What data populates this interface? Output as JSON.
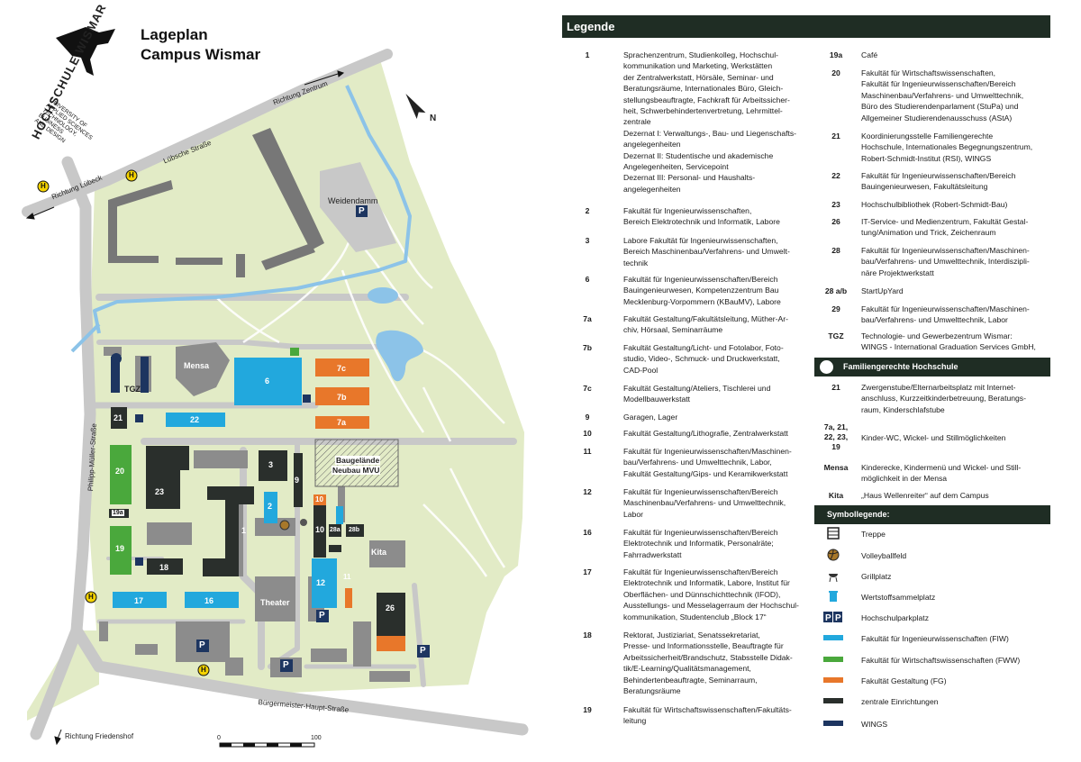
{
  "map": {
    "title_line1": "Lageplan",
    "title_line2": "Campus Wismar",
    "logo_text": "HOCHSCHULE WISMAR",
    "logo_sub_1": "UNIVERSITY OF",
    "logo_sub_2": "APPLIED SCIENCES",
    "logo_sub_3": "TECHNOLOGY,",
    "logo_sub_4": "BUSINESS",
    "logo_sub_5": "AND DESIGN",
    "north_label": "N",
    "streets": {
      "zentrum": "Richtung Zentrum",
      "luebsche": "Lübsche Straße",
      "luebeck": "Richtung Lübeck",
      "philipp": "Philipp-Müller-Straße",
      "buergermeister": "Bürgermeister-Haupt-Straße",
      "friedenshof": "Richtung Friedenshof"
    },
    "places": {
      "weidendamm": "Weidendamm",
      "baugelaende_1": "Baugelände",
      "baugelaende_2": "Neubau MVU",
      "mensa": "Mensa",
      "theater": "Theater",
      "kita": "Kita",
      "tgz": "TGZ"
    },
    "buildings": [
      "1",
      "2",
      "3",
      "6",
      "7a",
      "7b",
      "7c",
      "9",
      "10",
      "10",
      "11",
      "12",
      "16",
      "17",
      "18",
      "19",
      "19a",
      "20",
      "21",
      "22",
      "23",
      "26",
      "28a",
      "28b"
    ],
    "scale_start": "0",
    "scale_end": "100",
    "bus_stop_symbol": "H",
    "parking_symbol": "P"
  },
  "legend": {
    "title": "Legende",
    "col1": [
      {
        "num": "1",
        "text": "Sprachenzentrum, Studienkolleg, Hochschul-\nkommunikation und Marketing, Werkstätten\nder Zentralwerkstatt, Hörsäle, Seminar- und\nBeratungsräume, Internationales Büro, Gleich-\nstellungsbeauftragte, Fachkraft für Arbeitssicher-\nheit, Schwerbehindertenvertretung, Lehrmittel-\nzentrale\nDezernat I: Verwaltungs-, Bau- und Liegenschafts-\nangelegenheiten\nDezernat II: Studentische und akademische\nAngelegenheiten, Servicepoint\nDezernat III: Personal- und Haushalts-\nangelegenheiten"
      },
      {
        "num": "2",
        "text": "Fakultät für Ingenieurwissenschaften,\nBereich Elektrotechnik und Informatik, Labore"
      },
      {
        "num": "3",
        "text": "Labore Fakultät für Ingenieurwissenschaften,\nBereich Maschinenbau/Verfahrens- und Umwelt-\ntechnik"
      },
      {
        "num": "6",
        "text": "Fakultät für Ingenieurwissenschaften/Bereich\nBauingenieurwesen, Kompetenzzentrum Bau\nMecklenburg-Vorpommern (KBauMV), Labore"
      },
      {
        "num": "7a",
        "text": "Fakultät Gestaltung/Fakultätsleitung, Müther-Ar-\nchiv, Hörsaal, Seminarräume"
      },
      {
        "num": "7b",
        "text": "Fakultät Gestaltung/Licht- und Fotolabor, Foto-\nstudio, Video-, Schmuck- und Druckwerkstatt,\nCAD-Pool"
      },
      {
        "num": "7c",
        "text": "Fakultät Gestaltung/Ateliers, Tischlerei und\nModellbauwerkstatt"
      },
      {
        "num": "9",
        "text": "Garagen, Lager"
      },
      {
        "num": "10",
        "text": "Fakultät Gestaltung/Lithografie, Zentralwerkstatt"
      },
      {
        "num": "11",
        "text": "Fakultät für Ingenieurwissenschaften/Maschinen-\nbau/Verfahrens- und Umwelttechnik, Labor,\nFakultät Gestaltung/Gips- und Keramikwerkstatt"
      },
      {
        "num": "12",
        "text": "Fakultät für Ingenieurwissenschaften/Bereich\nMaschinenbau/Verfahrens- und Umwelttechnik,\nLabor"
      },
      {
        "num": "16",
        "text": "Fakultät für Ingenieurwissenschaften/Bereich\nElektrotechnik und Informatik, Personalräte;\nFahrradwerkstatt"
      },
      {
        "num": "17",
        "text": "Fakultät für Ingenieurwissenschaften/Bereich\nElektrotechnik und Informatik, Labore, Institut für\nOberflächen- und Dünnschichttechnik (IFOD),\nAusstellungs- und Messelagerraum der Hochschul-\nkommunikation, Studentenclub „Block 17“"
      },
      {
        "num": "18",
        "text": "Rektorat, Justiziariat, Senatssekretariat,\nPresse- und Informationsstelle, Beauftragte für\nArbeitssicherheit/Brandschutz, Stabsstelle Didak-\ntik/E-Learning/Qualitätsmanagement,\nBehindertenbeauftragte, Seminarraum,\nBeratungsräume"
      },
      {
        "num": "19",
        "text": "Fakultät für Wirtschaftswissenschaften/Fakultäts-\nleitung"
      }
    ],
    "col2": [
      {
        "num": "19a",
        "text": "Café"
      },
      {
        "num": "20",
        "text": "Fakultät für Wirtschaftswissenschaften,\nFakultät für Ingenieurwissenschaften/Bereich\nMaschinenbau/Verfahrens- und Umwelttechnik,\nBüro des Studierendenparlament (StuPa) und\nAllgemeiner Studierendenausschuss (AStA)"
      },
      {
        "num": "21",
        "text": "Koordinierungsstelle Familiengerechte\nHochschule, Internationales Begegnungszentrum,\nRobert-Schmidt-Institut (RSI), WINGS"
      },
      {
        "num": "22",
        "text": "Fakultät für Ingenieurwissenschaften/Bereich\nBauingenieurwesen, Fakultätsleitung"
      },
      {
        "num": "23",
        "text": "Hochschulbibliothek (Robert-Schmidt-Bau)"
      },
      {
        "num": "26",
        "text": "IT-Service- und Medienzentrum, Fakultät Gestal-\ntung/Animation und Trick, Zeichenraum"
      },
      {
        "num": "28",
        "text": "Fakultät für Ingenieurwissenschaften/Maschinen-\nbau/Verfahrens- und Umwelttechnik, Interdiszipli-\nnäre Projektwerkstatt"
      },
      {
        "num": "28 a/b",
        "text": "StartUpYard"
      },
      {
        "num": "29",
        "text": "Fakultät für Ingenieurwissenschaften/Maschinen-\nbau/Verfahrens- und Umwelttechnik, Labor"
      },
      {
        "num": "TGZ",
        "text": "Technologie- und Gewerbezentrum Wismar:\nWINGS - International Graduation Services GmbH,"
      }
    ],
    "family_title": "Familiengerechte Hochschule",
    "family": [
      {
        "num": "21",
        "text": "Zwergenstube/Elternarbeitsplatz mit Internet-\nanschluss, Kurzzeitkinderbetreuung, Beratungs-\nraum, Kinderschlafstube"
      },
      {
        "num": "7a, 21,\n22, 23,\n19",
        "text": "Kinder-WC, Wickel- und Stillmöglichkeiten"
      },
      {
        "num": "Mensa",
        "text": "Kinderecke, Kindermenü und Wickel- und Still-\nmöglichkeit in der Mensa"
      },
      {
        "num": "Kita",
        "text": "„Haus Wellenreiter“ auf dem Campus"
      }
    ],
    "symbols_title": "Symbollegende:",
    "symbols": [
      {
        "icon": "stairs-icon",
        "label": "Treppe"
      },
      {
        "icon": "volleyball-icon",
        "label": "Volleyballfeld"
      },
      {
        "icon": "grill-icon",
        "label": "Grillplatz"
      },
      {
        "icon": "recycling-bin-icon",
        "label": "Wertstoffsammelplatz"
      },
      {
        "icon": "parking-icon",
        "label": "Hochschulparkplatz"
      },
      {
        "color": "#22a8dd",
        "label": "Fakultät für Ingenieurwissenschaften (FIW)"
      },
      {
        "color": "#4aa83c",
        "label": "Fakultät für Wirtschaftswissenschaften (FWW)"
      },
      {
        "color": "#e8772a",
        "label": "Fakultät Gestaltung (FG)"
      },
      {
        "color": "#2a2f2c",
        "label": "zentrale Einrichtungen"
      },
      {
        "color": "#1d3560",
        "label": "WINGS"
      }
    ]
  },
  "colors": {
    "fiw": "#22a8dd",
    "fww": "#4aa83c",
    "fg": "#e8772a",
    "central": "#2a2f2c",
    "wings": "#1d3560",
    "campus": "#e2ebc6",
    "road": "#c8c8c8",
    "water": "#8cc3e8",
    "other_building": "#8c8c8c",
    "bar": "#1f2d24"
  }
}
